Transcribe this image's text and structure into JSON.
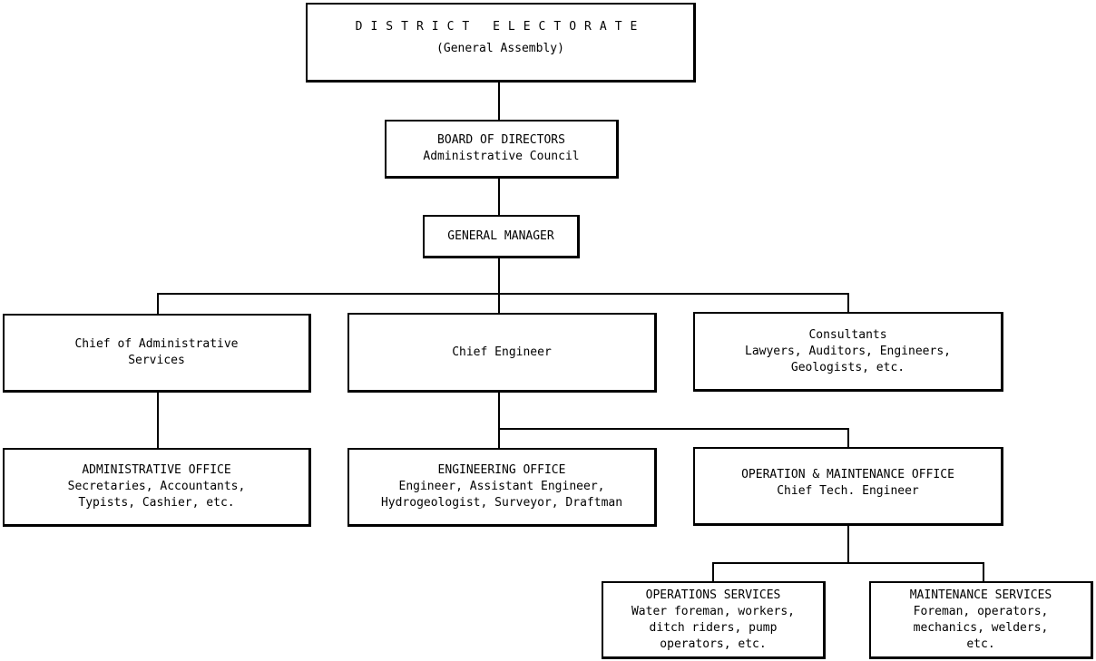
{
  "chart": {
    "nodes": {
      "district_electorate": {
        "title": "DISTRICT  ELECTORATE",
        "subtitle": "(General Assembly)"
      },
      "board": {
        "title": "BOARD OF DIRECTORS",
        "subtitle": "Administrative Council"
      },
      "general_manager": {
        "title": "GENERAL MANAGER"
      },
      "chief_admin": {
        "line1": "Chief of Administrative",
        "line2": "Services"
      },
      "chief_engineer": {
        "title": "Chief Engineer"
      },
      "consultants": {
        "title": "Consultants",
        "line1": "Lawyers, Auditors, Engineers,",
        "line2": "Geologists, etc."
      },
      "admin_office": {
        "title": "ADMINISTRATIVE OFFICE",
        "line1": "Secretaries, Accountants,",
        "line2": "Typists, Cashier,  etc."
      },
      "engineering_office": {
        "title": "ENGINEERING OFFICE",
        "line1": "Engineer, Assistant Engineer,",
        "line2": "Hydrogeologist, Surveyor, Draftman"
      },
      "om_office": {
        "title": "OPERATION & MAINTENANCE OFFICE",
        "subtitle": "Chief Tech. Engineer"
      },
      "operations_services": {
        "title": "OPERATIONS SERVICES",
        "line1": "Water foreman, workers,",
        "line2": "ditch riders, pump",
        "line3": "operators, etc."
      },
      "maintenance_services": {
        "title": "MAINTENANCE SERVICES",
        "line1": "Foreman, operators,",
        "line2": "mechanics, welders,",
        "line3": "etc."
      }
    }
  }
}
